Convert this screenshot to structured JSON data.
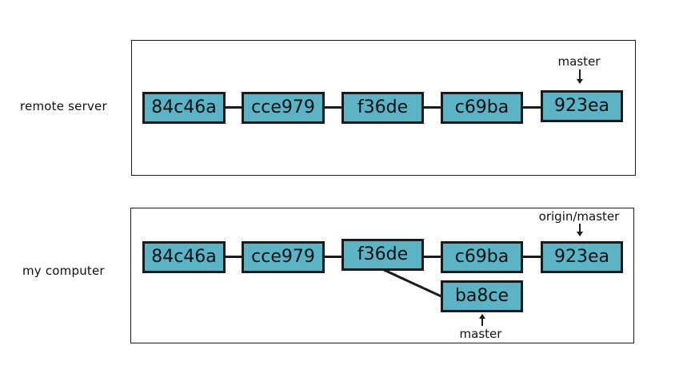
{
  "remote": {
    "label": "remote server",
    "commits": [
      "84c46a",
      "cce979",
      "f36de",
      "c69ba",
      "923ea"
    ],
    "branch_pointer": "master"
  },
  "local": {
    "label": "my computer",
    "commits": [
      "84c46a",
      "cce979",
      "f36de",
      "c69ba",
      "923ea"
    ],
    "remote_pointer": "origin/master",
    "branch_commit": "ba8ce",
    "branch_pointer": "master"
  }
}
